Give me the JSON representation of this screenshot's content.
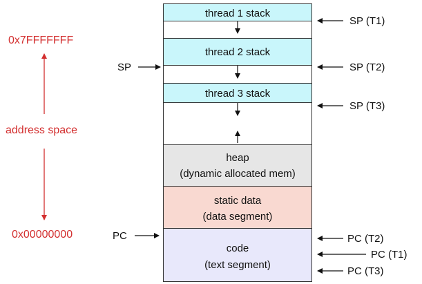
{
  "left_axis": {
    "top_address": "0x7FFFFFFF",
    "middle_label": "address space",
    "bottom_address": "0x00000000"
  },
  "memory": {
    "thread1_stack": "thread 1 stack",
    "thread2_stack": "thread 2 stack",
    "thread3_stack": "thread 3 stack",
    "heap_line1": "heap",
    "heap_line2": "(dynamic allocated mem)",
    "static_line1": "static data",
    "static_line2": "(data segment)",
    "code_line1": "code",
    "code_line2": "(text segment)"
  },
  "pointers": {
    "sp_left": "SP",
    "pc_left": "PC",
    "sp_t1": "SP (T1)",
    "sp_t2": "SP (T2)",
    "sp_t3": "SP (T3)",
    "pc_t2": "PC (T2)",
    "pc_t1": "PC (T1)",
    "pc_t3": "PC (T3)"
  },
  "colors": {
    "stack_fill": "#c9f6fb",
    "heap_fill": "#e6e6e6",
    "static_fill": "#f9d9d1",
    "code_fill": "#e8e8fb",
    "address_red": "#d32f2f"
  }
}
